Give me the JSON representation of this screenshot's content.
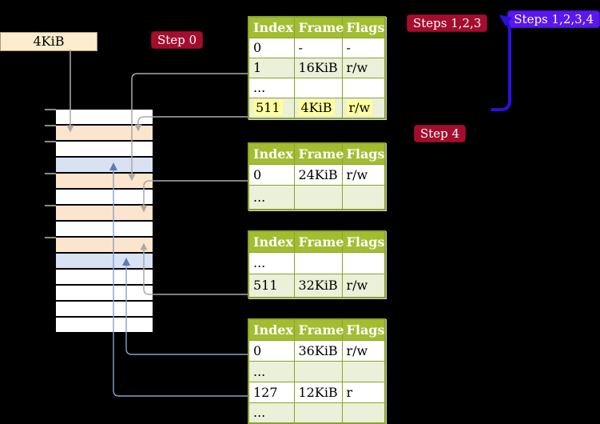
{
  "labels": {
    "frame_box": "4KiB",
    "step0": "Step 0",
    "step4": "Step 4",
    "steps_123": "Steps 1,2,3",
    "steps_1234": "Steps 1,2,3,4"
  },
  "tables": [
    {
      "name": "page-table-top",
      "headers": [
        "Index",
        "Frame",
        "Flags"
      ],
      "rows": [
        {
          "cells": [
            "0",
            "-",
            "-"
          ],
          "shaded": false,
          "highlighted": false
        },
        {
          "cells": [
            "1",
            "16KiB",
            "r/w"
          ],
          "shaded": true,
          "highlighted": false
        },
        {
          "cells": [
            "...",
            "",
            ""
          ],
          "shaded": false,
          "highlighted": false
        },
        {
          "cells": [
            "511",
            "4KiB",
            "r/w"
          ],
          "shaded": true,
          "highlighted": true
        }
      ]
    },
    {
      "name": "page-table-second",
      "headers": [
        "Index",
        "Frame",
        "Flags"
      ],
      "rows": [
        {
          "cells": [
            "0",
            "24KiB",
            "r/w"
          ],
          "shaded": false,
          "highlighted": false
        },
        {
          "cells": [
            "...",
            "",
            ""
          ],
          "shaded": true,
          "highlighted": false
        }
      ]
    },
    {
      "name": "page-table-third",
      "headers": [
        "Index",
        "Frame",
        "Flags"
      ],
      "rows": [
        {
          "cells": [
            "...",
            "",
            ""
          ],
          "shaded": false,
          "highlighted": false
        },
        {
          "cells": [
            "511",
            "32KiB",
            "r/w"
          ],
          "shaded": true,
          "highlighted": false
        }
      ]
    },
    {
      "name": "page-table-bottom",
      "headers": [
        "Index",
        "Frame",
        "Flags"
      ],
      "rows": [
        {
          "cells": [
            "0",
            "36KiB",
            "r/w"
          ],
          "shaded": false,
          "highlighted": false
        },
        {
          "cells": [
            "...",
            "",
            ""
          ],
          "shaded": true,
          "highlighted": false
        },
        {
          "cells": [
            "127",
            "12KiB",
            "r"
          ],
          "shaded": false,
          "highlighted": false
        },
        {
          "cells": [
            "...",
            "",
            ""
          ],
          "shaded": true,
          "highlighted": false
        }
      ]
    }
  ],
  "memory": {
    "rows": [
      {
        "kind": "free"
      },
      {
        "kind": "pagetable"
      },
      {
        "kind": "free"
      },
      {
        "kind": "mapped"
      },
      {
        "kind": "pagetable"
      },
      {
        "kind": "free"
      },
      {
        "kind": "pagetable"
      },
      {
        "kind": "free"
      },
      {
        "kind": "pagetable"
      },
      {
        "kind": "mapped"
      },
      {
        "kind": "free"
      },
      {
        "kind": "free"
      },
      {
        "kind": "free"
      },
      {
        "kind": "free"
      }
    ]
  },
  "arrows": [
    {
      "from": "frame-label-4KiB",
      "to": "memory-frame-4KiB",
      "color": "gray"
    },
    {
      "from": "page-table-top-row-511",
      "to": "memory-frame-4KiB",
      "color": "gray"
    },
    {
      "from": "page-table-top-row-1",
      "to": "memory-frame-16KiB",
      "color": "gray"
    },
    {
      "from": "page-table-second-row-0",
      "to": "memory-frame-24KiB",
      "color": "gray"
    },
    {
      "from": "page-table-third-row-511",
      "to": "memory-frame-32KiB",
      "color": "gray"
    },
    {
      "from": "page-table-bottom-row-0",
      "to": "memory-frame-36KiB",
      "color": "steel-blue"
    },
    {
      "from": "page-table-bottom-row-127",
      "to": "memory-frame-12KiB",
      "color": "steel-blue"
    },
    {
      "from": "bottom-of-table-column",
      "to": "top-of-table-column",
      "color": "blue",
      "note": "recursive loop arrow"
    }
  ],
  "colors": {
    "background": "#000000",
    "table_header": "#a3bd31",
    "table_border": "#8aa32c",
    "table_row_shaded": "#ebf0d9",
    "table_row_plain": "#ffffff",
    "highlight": "#ffff9c",
    "badge_red": "#a50d2d",
    "badge_purple": "#5a17ef",
    "frame_label_bg": "#fdeccd",
    "memory_free": "#ffffff",
    "memory_pagetable": "#fce5cd",
    "memory_mapped": "#d8e2f2",
    "arrow_gray": "#aaaaaa",
    "arrow_steel_line": "#86a2cb",
    "arrow_steel_head": "#5d7db3",
    "arrow_blue": "#2a10dc",
    "tick_gray": "#8a8a8a"
  }
}
